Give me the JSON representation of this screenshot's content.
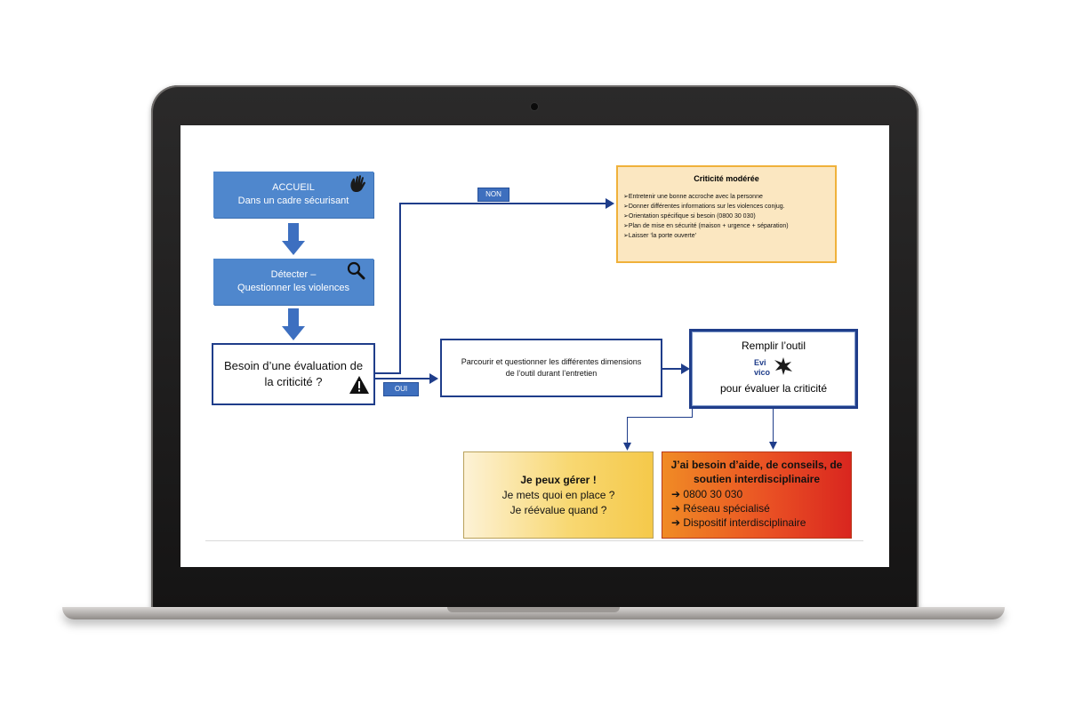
{
  "diagram": {
    "accueil": {
      "title": "ACCUEIL",
      "subtitle": "Dans un cadre sécurisant"
    },
    "detecter": {
      "title": "Détecter –",
      "subtitle": "Questionner les violences"
    },
    "besoin": {
      "line1": "Besoin d’une évaluation de",
      "line2": "la criticité ?"
    },
    "non_label": "NON",
    "oui_label": "OUI",
    "criticite": {
      "title": "Criticité modérée",
      "items": [
        "Entretenir une bonne accroche avec la personne",
        "Donner différentes informations sur les violences conjug.",
        "Orientation spécifique si besoin (0800 30 030)",
        "Plan de mise en sécurité (maison + urgence + séparation)",
        "Laisser ‘la porte ouverte’"
      ]
    },
    "parcourir": {
      "line1": "Parcourir et questionner  les différentes dimensions",
      "line2": "de l’outil durant l’entretien"
    },
    "remplir": {
      "line1": "Remplir l’outil",
      "logo_top": "Evi",
      "logo_bottom": "vico",
      "line2": "pour évaluer la criticité"
    },
    "gerer": {
      "title": "Je peux gérer !",
      "line1": "Je mets quoi en place ?",
      "line2": "Je réévalue quand ?"
    },
    "aide": {
      "title": "J’ai besoin d’aide, de conseils, de soutien interdisciplinaire",
      "items": [
        "0800  30 030",
        "Réseau spécialisé",
        "Dispositif interdisciplinaire"
      ]
    },
    "colors": {
      "blue_box": "#4f87cd",
      "dark_blue": "#1f3d8a",
      "criticite_bg": "#fbe7c1",
      "criticite_border": "#f0b13a"
    },
    "icons": [
      "wave-hand-icon",
      "magnifier-icon",
      "warning-icon",
      "arrow-right-icon"
    ]
  }
}
